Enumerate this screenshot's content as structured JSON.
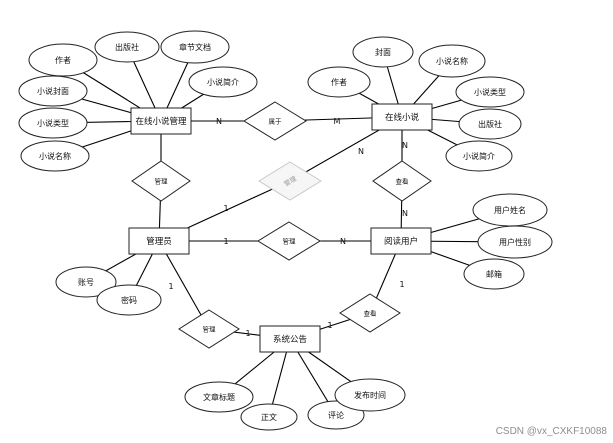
{
  "entities": [
    {
      "id": "novel_mgmt",
      "label": "在线小说管理"
    },
    {
      "id": "novel",
      "label": "在线小说"
    },
    {
      "id": "admin",
      "label": "管理员"
    },
    {
      "id": "reader",
      "label": "阅读用户"
    },
    {
      "id": "notice",
      "label": "系统公告"
    }
  ],
  "attributes": [
    {
      "id": "a_author1",
      "label": "作者"
    },
    {
      "id": "a_publisher1",
      "label": "出版社"
    },
    {
      "id": "a_chapter",
      "label": "章节文档"
    },
    {
      "id": "a_intro1",
      "label": "小说简介"
    },
    {
      "id": "a_cover1",
      "label": "小说封面"
    },
    {
      "id": "a_type1",
      "label": "小说类型"
    },
    {
      "id": "a_name1",
      "label": "小说名称"
    },
    {
      "id": "a_cover2",
      "label": "封面"
    },
    {
      "id": "a_name2",
      "label": "小说名称"
    },
    {
      "id": "a_author2",
      "label": "作者"
    },
    {
      "id": "a_type2",
      "label": "小说类型"
    },
    {
      "id": "a_publisher2",
      "label": "出版社"
    },
    {
      "id": "a_intro2",
      "label": "小说简介"
    },
    {
      "id": "a_username",
      "label": "用户姓名"
    },
    {
      "id": "a_gender",
      "label": "用户性别"
    },
    {
      "id": "a_email",
      "label": "邮箱"
    },
    {
      "id": "a_account",
      "label": "账号"
    },
    {
      "id": "a_password",
      "label": "密码"
    },
    {
      "id": "a_title",
      "label": "文章标题"
    },
    {
      "id": "a_body",
      "label": "正文"
    },
    {
      "id": "a_comment",
      "label": "评论"
    },
    {
      "id": "a_time",
      "label": "发布时间"
    }
  ],
  "relationships": [
    {
      "id": "r_belong",
      "label": "属于",
      "faded": false
    },
    {
      "id": "r_manage1",
      "label": "管理",
      "faded": false
    },
    {
      "id": "r_manage_faded",
      "label": "管理",
      "faded": true
    },
    {
      "id": "r_view1",
      "label": "查看",
      "faded": false
    },
    {
      "id": "r_manage2",
      "label": "管理",
      "faded": false
    },
    {
      "id": "r_manage3",
      "label": "管理",
      "faded": false
    },
    {
      "id": "r_view2",
      "label": "查看",
      "faded": false
    }
  ],
  "cardinalities": [
    {
      "id": "c1",
      "label": "N"
    },
    {
      "id": "c2",
      "label": "M"
    },
    {
      "id": "c3",
      "label": "N"
    },
    {
      "id": "c4",
      "label": "1"
    },
    {
      "id": "c5",
      "label": "N"
    },
    {
      "id": "c6",
      "label": "N"
    },
    {
      "id": "c7",
      "label": "1"
    },
    {
      "id": "c8",
      "label": "N"
    },
    {
      "id": "c9",
      "label": "1"
    },
    {
      "id": "c10",
      "label": "1"
    },
    {
      "id": "c11",
      "label": "1"
    },
    {
      "id": "c12",
      "label": "1"
    }
  ],
  "watermark": "CSDN @vx_CXKF10088"
}
